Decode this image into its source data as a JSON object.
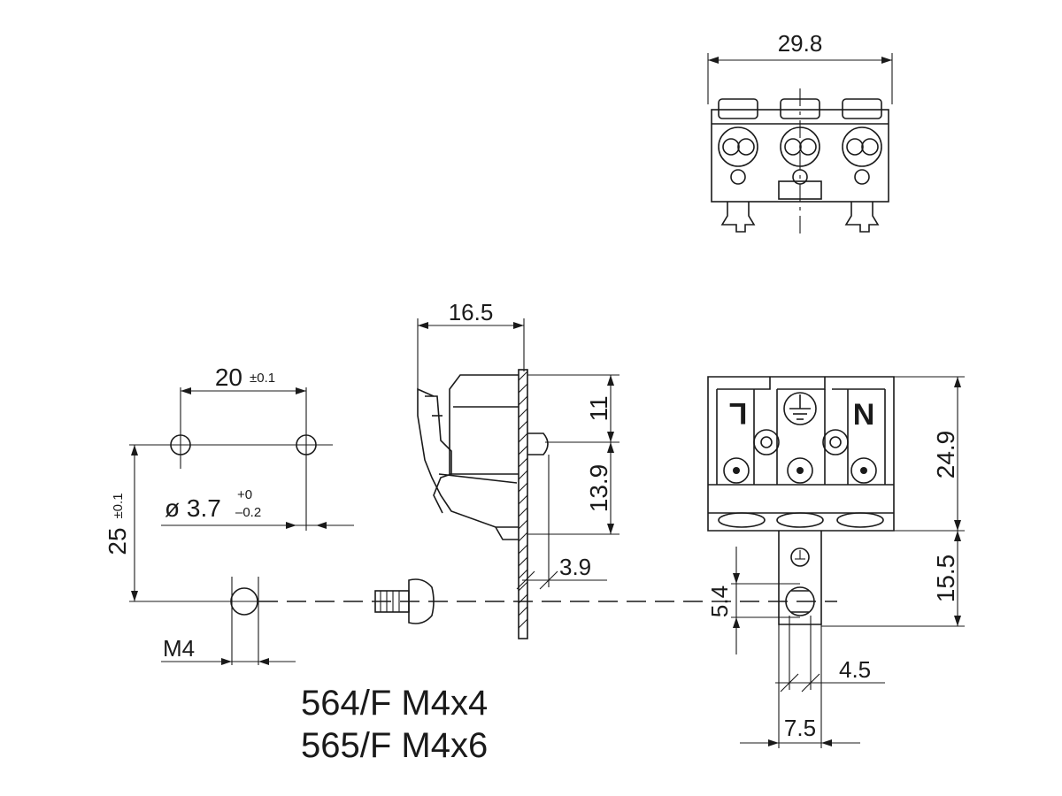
{
  "dimensions": {
    "top_width": "29.8",
    "depth": "16.5",
    "hole_spacing": "20",
    "hole_spacing_tol": "±0.1",
    "vertical_spacing": "25",
    "vertical_spacing_tol": "±0.1",
    "hole_dia_prefix": "ø 3.7",
    "hole_dia_tol_upper": "+0",
    "hole_dia_tol_lower": "–0.2",
    "upper_height": "11",
    "lower_height": "13.9",
    "offset": "3.9",
    "body_height": "24.9",
    "foot_height": "15.5",
    "slot_height": "5.4",
    "slot_width": "4.5",
    "foot_width": "7.5",
    "thread": "M4"
  },
  "terminal_labels": {
    "live": "L",
    "neutral": "N"
  },
  "variants": [
    "564/F M4x4",
    "565/F M4x6"
  ]
}
